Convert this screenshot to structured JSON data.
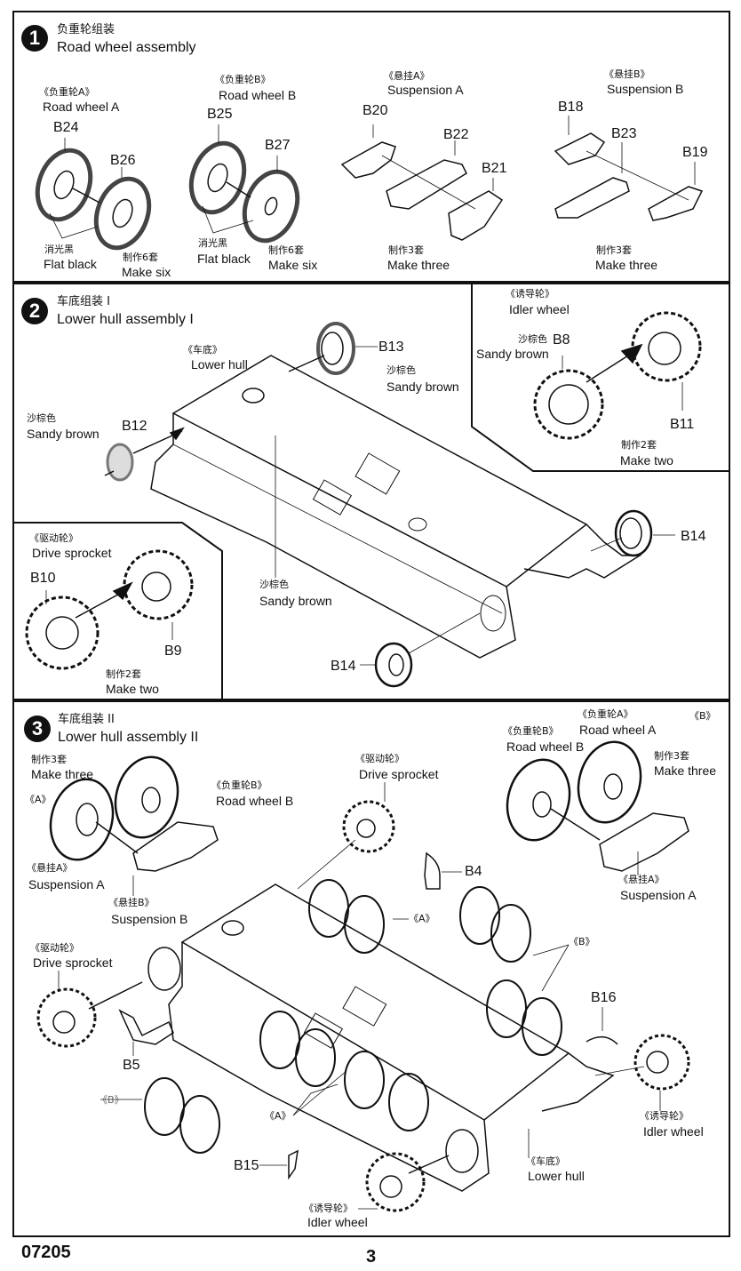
{
  "footer": {
    "kit_number": "07205",
    "page_number": "3"
  },
  "step1": {
    "number": "1",
    "title_cn": "负重轮组装",
    "title_en": "Road wheel assembly",
    "road_wheel_a": {
      "cn": "《负重轮A》",
      "en": "Road wheel A",
      "parts": [
        "B24",
        "B26"
      ],
      "paint_cn": "消光黑",
      "paint_en": "Flat black",
      "qty_cn": "制作6套",
      "qty_en": "Make six"
    },
    "road_wheel_b": {
      "cn": "《负重轮B》",
      "en": "Road wheel B",
      "parts": [
        "B25",
        "B27"
      ],
      "paint_cn": "消光黑",
      "paint_en": "Flat black",
      "qty_cn": "制作6套",
      "qty_en": "Make six"
    },
    "suspension_a": {
      "cn": "《悬挂A》",
      "en": "Suspension A",
      "parts": [
        "B20",
        "B22",
        "B21"
      ],
      "qty_cn": "制作3套",
      "qty_en": "Make three"
    },
    "suspension_b": {
      "cn": "《悬挂B》",
      "en": "Suspension B",
      "parts": [
        "B18",
        "B23",
        "B19"
      ],
      "qty_cn": "制作3套",
      "qty_en": "Make three"
    }
  },
  "step2": {
    "number": "2",
    "title_cn": "车底组装 I",
    "title_en": "Lower hull assembly I",
    "lower_hull": {
      "cn": "《车底》",
      "en": "Lower hull"
    },
    "b12": {
      "part": "B12",
      "paint_cn": "沙棕色",
      "paint_en": "Sandy brown"
    },
    "b13": {
      "part": "B13",
      "paint_cn": "沙棕色",
      "paint_en": "Sandy brown"
    },
    "hull_paint": {
      "cn": "沙棕色",
      "en": "Sandy brown"
    },
    "b14_parts": [
      "B14",
      "B14"
    ],
    "idler_inset": {
      "cn": "《诱导轮》",
      "en": "Idler wheel",
      "paint_cn": "沙棕色",
      "paint_en": "Sandy brown",
      "parts": [
        "B8",
        "B11"
      ],
      "qty_cn": "制作2套",
      "qty_en": "Make two"
    },
    "sprocket_inset": {
      "cn": "《驱动轮》",
      "en": "Drive sprocket",
      "parts": [
        "B10",
        "B9"
      ],
      "qty_cn": "制作2套",
      "qty_en": "Make two"
    }
  },
  "step3": {
    "number": "3",
    "title_cn": "车底组装 II",
    "title_en": "Lower hull assembly II",
    "left_group": {
      "qty_cn": "制作3套",
      "qty_en": "Make three",
      "tag": "《A》",
      "road_wheel_cn": "《负重轮B》",
      "road_wheel_en": "Road wheel B",
      "susp_a_cn": "《悬挂A》",
      "susp_a_en": "Suspension A",
      "susp_b_cn": "《悬挂B》",
      "susp_b_en": "Suspension B"
    },
    "right_group": {
      "tag": "《B》",
      "rw_b_cn": "《负重轮B》",
      "rw_b_en": "Road wheel B",
      "rw_a_cn": "《负重轮A》",
      "rw_a_en": "Road wheel A",
      "qty_cn": "制作3套",
      "qty_en": "Make three",
      "susp_cn": "《悬挂A》",
      "susp_en": "Suspension A"
    },
    "sprocket_top": {
      "cn": "《驱动轮》",
      "en": "Drive sprocket"
    },
    "sprocket_left": {
      "cn": "《驱动轮》",
      "en": "Drive sprocket"
    },
    "idler_right": {
      "cn": "《诱导轮》",
      "en": "Idler wheel"
    },
    "idler_bottom": {
      "cn": "《诱导轮》",
      "en": "Idler wheel"
    },
    "lower_hull": {
      "cn": "《车底》",
      "en": "Lower hull"
    },
    "parts": {
      "b4": "B4",
      "b5": "B5",
      "b15": "B15",
      "b16": "B16"
    },
    "tags": {
      "a1": "《A》",
      "a2": "《A》",
      "b1": "《B》",
      "b2": "《B》"
    }
  }
}
